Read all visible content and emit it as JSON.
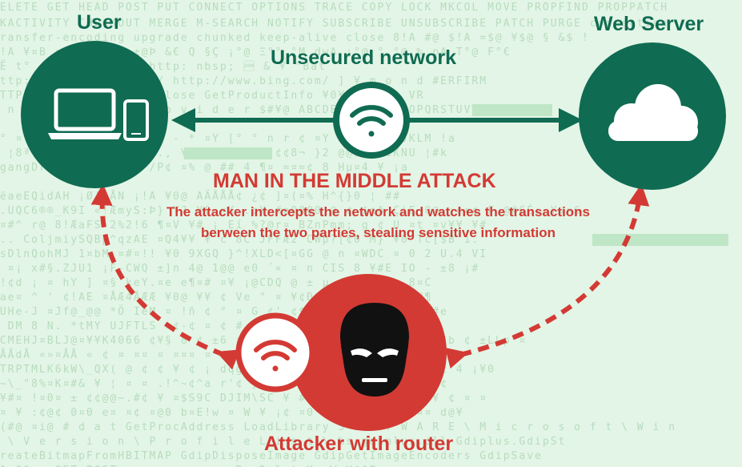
{
  "labels": {
    "user": "User",
    "web_server": "Web Server",
    "network": "Unsecured network",
    "title": "MAN IN THE MIDDLE ATTACK",
    "description": "The attacker intercepts the network and watches the transactions berween the two parties, stealing sensitive information",
    "attacker": "Attacker with router"
  },
  "colors": {
    "green": "#0f6b52",
    "red": "#d33a34",
    "background": "#e3f5e6"
  },
  "icons": {
    "user": [
      "laptop-icon",
      "phone-icon"
    ],
    "server": "cloud-icon",
    "network": "wifi-icon",
    "attacker": [
      "wifi-icon",
      "hacker-mask-icon"
    ]
  }
}
